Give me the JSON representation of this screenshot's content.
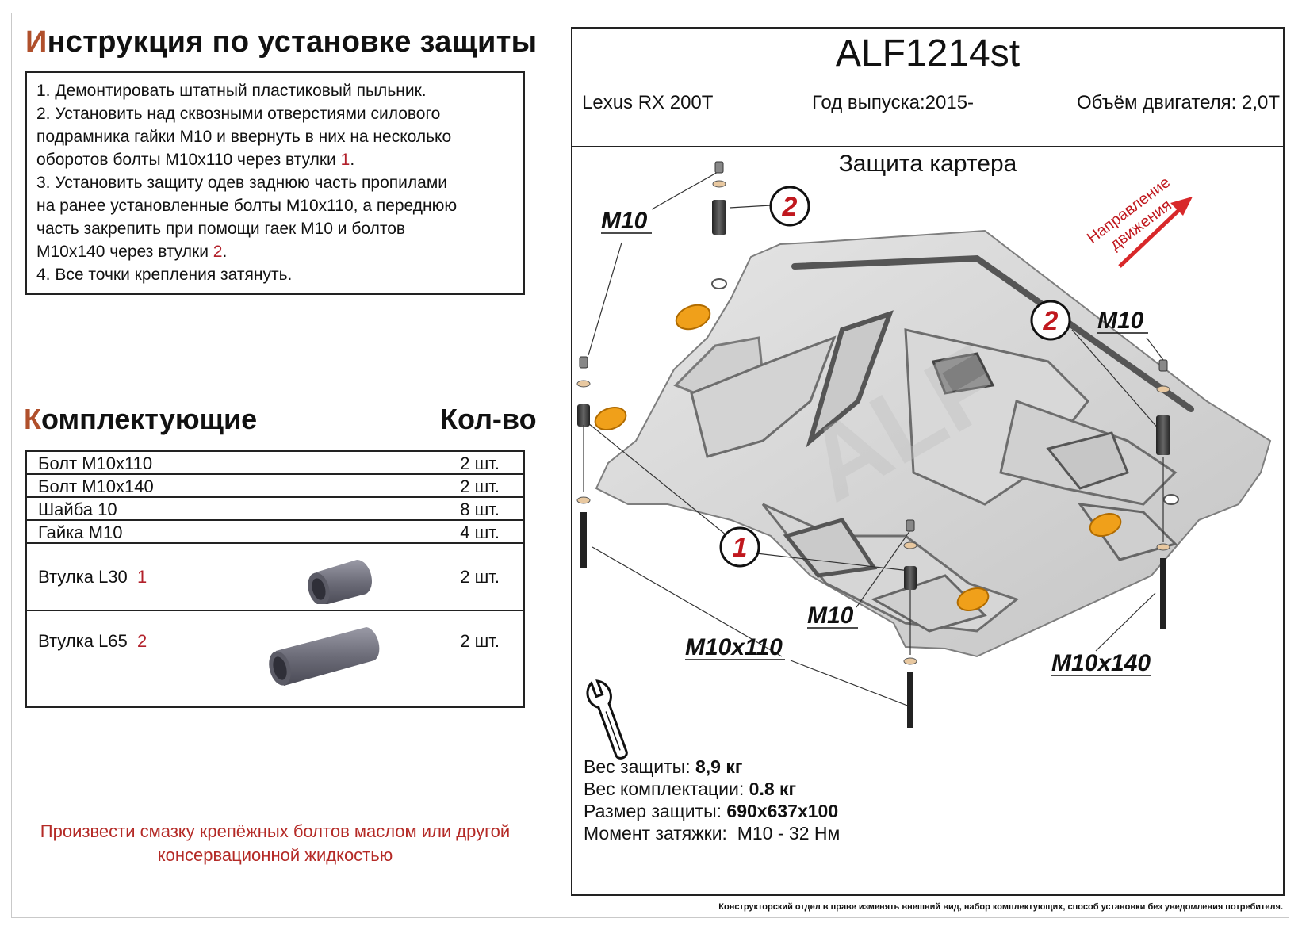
{
  "instructions": {
    "title_first": "И",
    "title_rest": "нструкция по установке защиты",
    "line1": "1.  Демонтировать штатный пластиковый пыльник.",
    "line2": "2.  Установить над сквозными отверстиями силового",
    "line3": "подрамника гайки М10 и ввернуть в них на несколько",
    "line4_a": "оборотов болты М10х110 через втулки ",
    "line4_ref": "1",
    "line4_b": ".",
    "line5": "3.  Установить защиту одев заднюю часть пропилами",
    "line6": "на ранее установленные болты М10х110, а переднюю",
    "line7": "часть закрепить при помощи гаек М10 и болтов",
    "line8_a": "М10х140 через втулки ",
    "line8_ref": "2",
    "line8_b": ".",
    "line9": "4.  Все точки крепления затянуть."
  },
  "kit": {
    "title_first": "К",
    "title_rest": "омплектующие",
    "qty_title": "Кол-во",
    "items": [
      {
        "name": "Болт М10х110",
        "qty": "2 шт."
      },
      {
        "name": "Болт М10х140",
        "qty": "2 шт."
      },
      {
        "name": "Шайба 10",
        "qty": "8 шт."
      },
      {
        "name": "Гайка М10",
        "qty": "4 шт."
      },
      {
        "name": "Втулка L30",
        "ref": "1",
        "qty": "2 шт."
      },
      {
        "name": "Втулка L65",
        "ref": "2",
        "qty": "2 шт."
      }
    ]
  },
  "note": "Произвести смазку крепёжных болтов маслом или другой консервационной жидкостью",
  "product": {
    "code": "ALF1214st",
    "model": "Lexus RX 200T",
    "year": "Год выпуска:2015-",
    "engine": "Объём двигателя: 2,0T",
    "part": "Защита картера"
  },
  "diagram": {
    "direction_line1": "Направление",
    "direction_line2": "движения",
    "m10_a": "M10",
    "m10_b": "M10",
    "m10_c": "M10",
    "m10x110": "M10x110",
    "m10x140": "M10x140",
    "callout_1": "1",
    "callout_2a": "2",
    "callout_2b": "2",
    "colors": {
      "plate": "#d6d6d6",
      "callout": "#c0181e",
      "arrow": "#d8282a",
      "pad": "#f0a01a"
    }
  },
  "specs": {
    "weight_label": "Вес защиты:",
    "weight_value": "8,9 кг",
    "kit_weight_label": "Вес комплектации:",
    "kit_weight_value": "0.8 кг",
    "size_label": "Размер защиты:",
    "size_value": "690x637x100",
    "torque_label": "Момент затяжки:",
    "torque_value": "М10 - 32 Нм"
  },
  "disclaimer": "Конструкторский отдел в праве изменять внешний вид, набор комплектующих, способ установки без уведомления потребителя."
}
